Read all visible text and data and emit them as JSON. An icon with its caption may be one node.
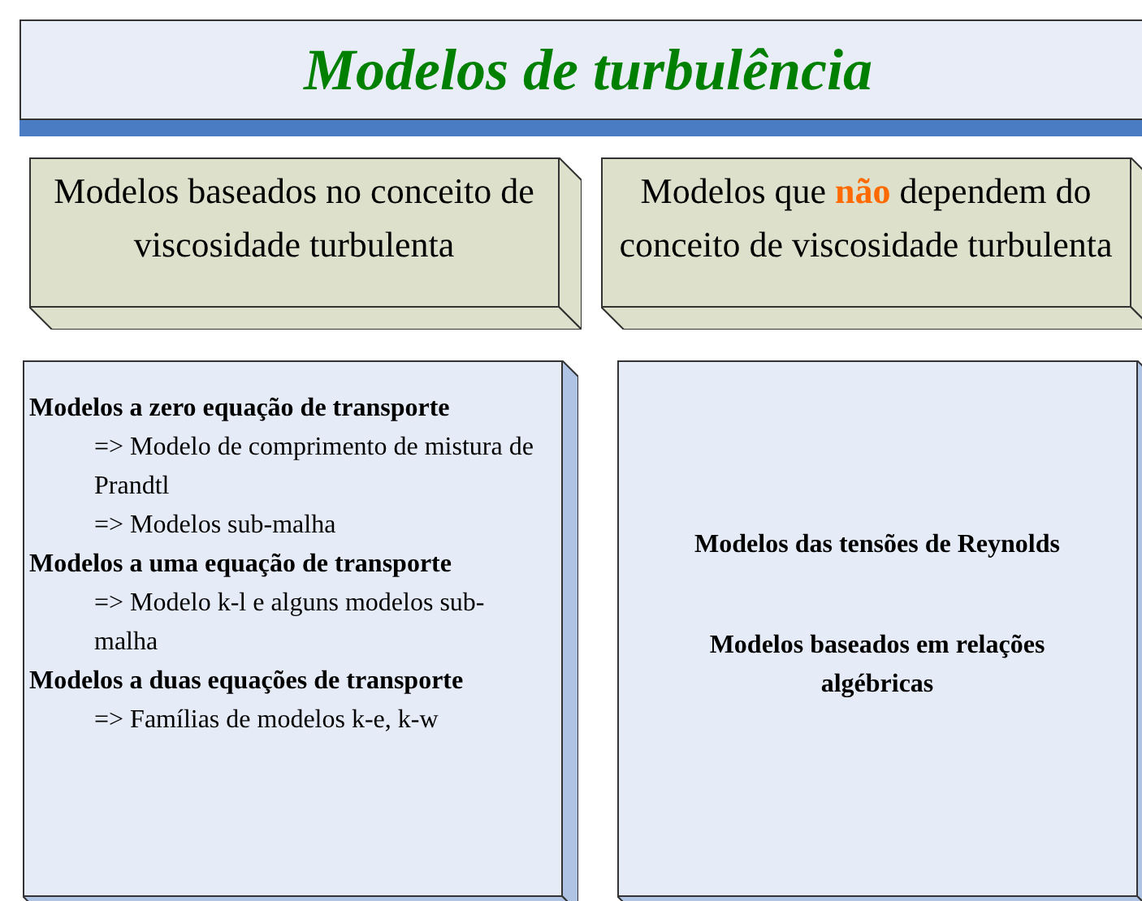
{
  "diagram": {
    "title": "Modelos de turbulência",
    "nodes": [
      {
        "text": [
          "Modelos baseados no conceito de viscosidade turbulenta"
        ]
      },
      {
        "text": [
          "Modelos que **não** dependem do conceito de viscosidade turbulenta"
        ]
      },
      {
        "text": [
          "Modelos a zero equação de transporte",
          "=> Modelo de comprimento de mistura de Prandtl",
          "=> Modelos sub-malha",
          "Modelos a uma equação de transporte",
          "=> Modelo k-l e alguns modelos sub-malha",
          "Modelos a duas equações de transporte",
          "=> Famílias de modelos k-e, k-w"
        ]
      },
      {
        "text": [
          "Modelos das tensões de Reynolds",
          "Modelos baseados em relações algébricas"
        ]
      }
    ],
    "edges": []
  }
}
